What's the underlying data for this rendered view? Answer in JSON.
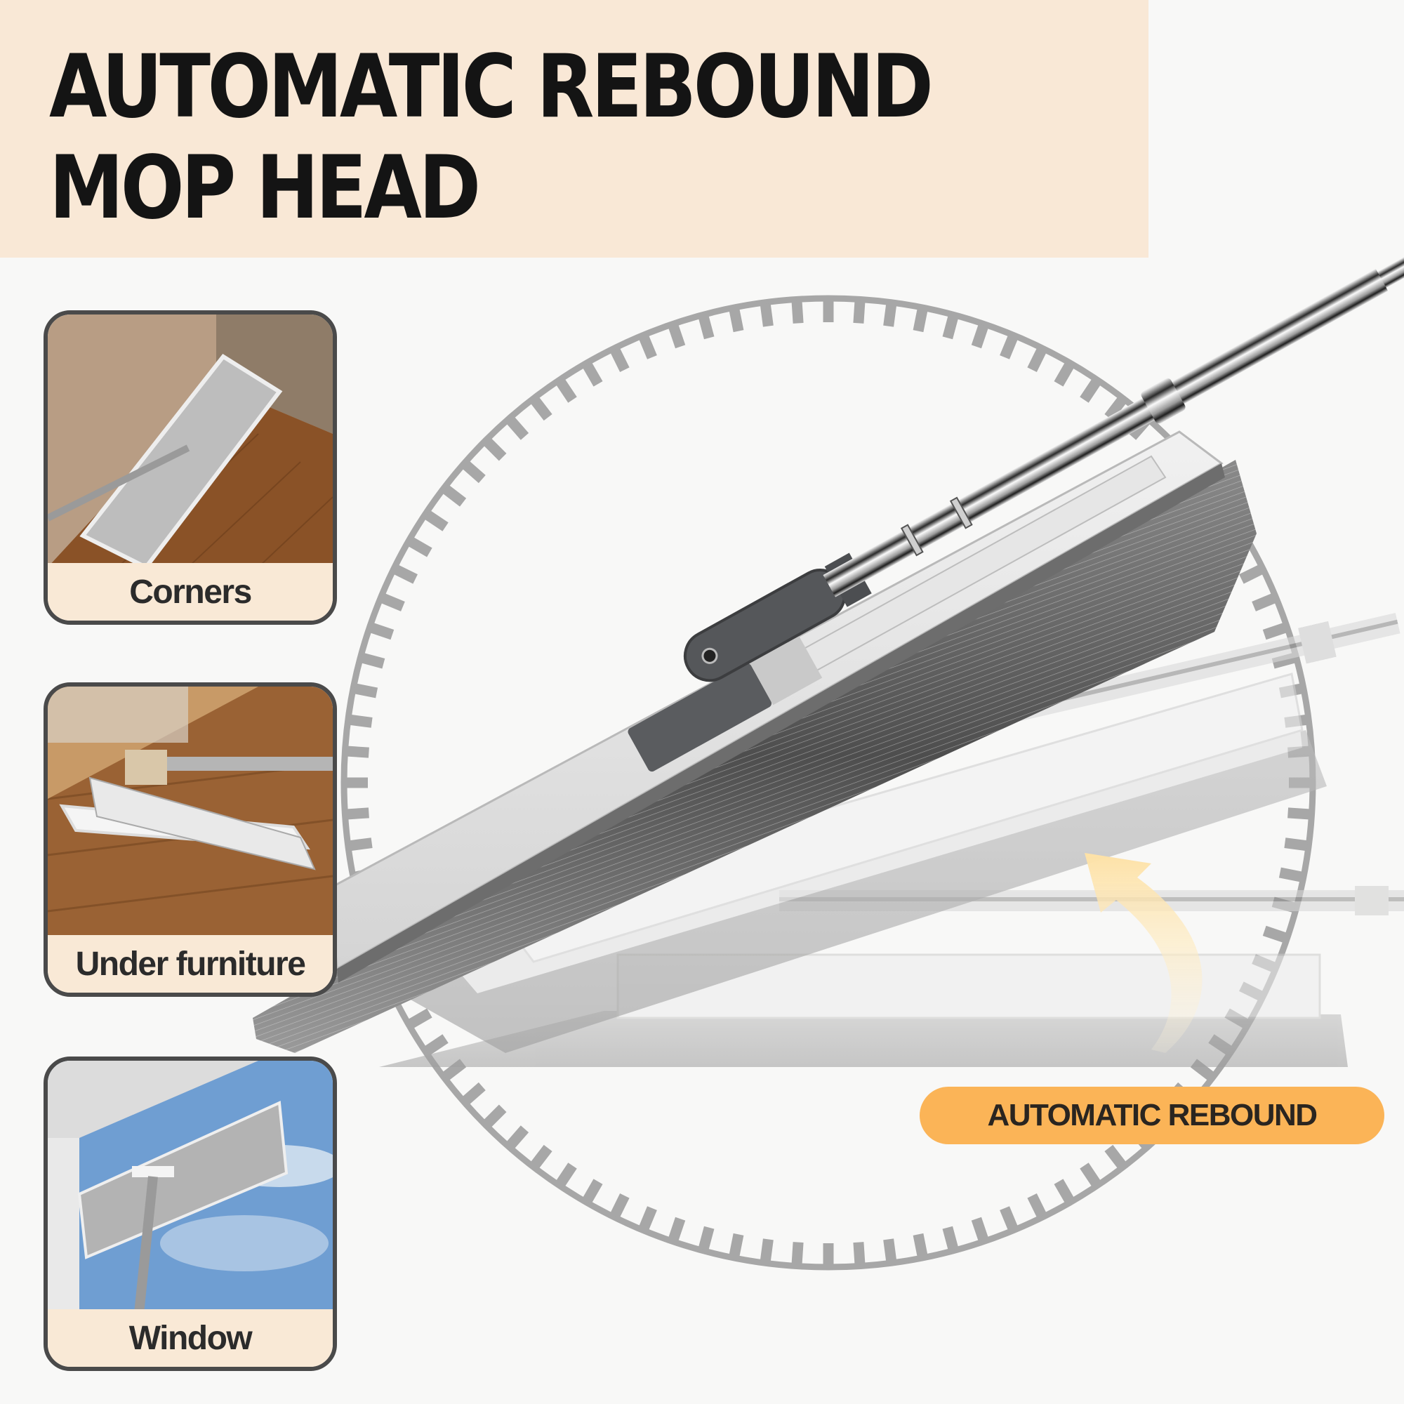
{
  "header": {
    "title_line1": "AUTOMATIC REBOUND",
    "title_line2": "MOP HEAD",
    "background": "#f9e8d6"
  },
  "panels": [
    {
      "label": "Corners",
      "scene": "mop-in-corner-on-wood-floor"
    },
    {
      "label": "Under furniture",
      "scene": "mop-under-furniture-on-parquet"
    },
    {
      "label": "Window",
      "scene": "mop-cleaning-window-against-sky"
    }
  ],
  "badge": {
    "label": "AUTOMATIC REBOUND",
    "color": "#fbb457"
  },
  "illustration": {
    "dial": "rotation-dial-ticks",
    "arrow": "rebound-arrow",
    "product": "flat-mop-with-telescopic-handle"
  },
  "colors": {
    "page_bg": "#f8f8f7",
    "panel_border": "#4a4a4a",
    "label_bg": "#f9e9d6",
    "text_dark": "#141414",
    "dial_gray": "#a7a7a7",
    "hinge_gray": "#55575a",
    "arrow_yellow": "#fce3a8"
  }
}
